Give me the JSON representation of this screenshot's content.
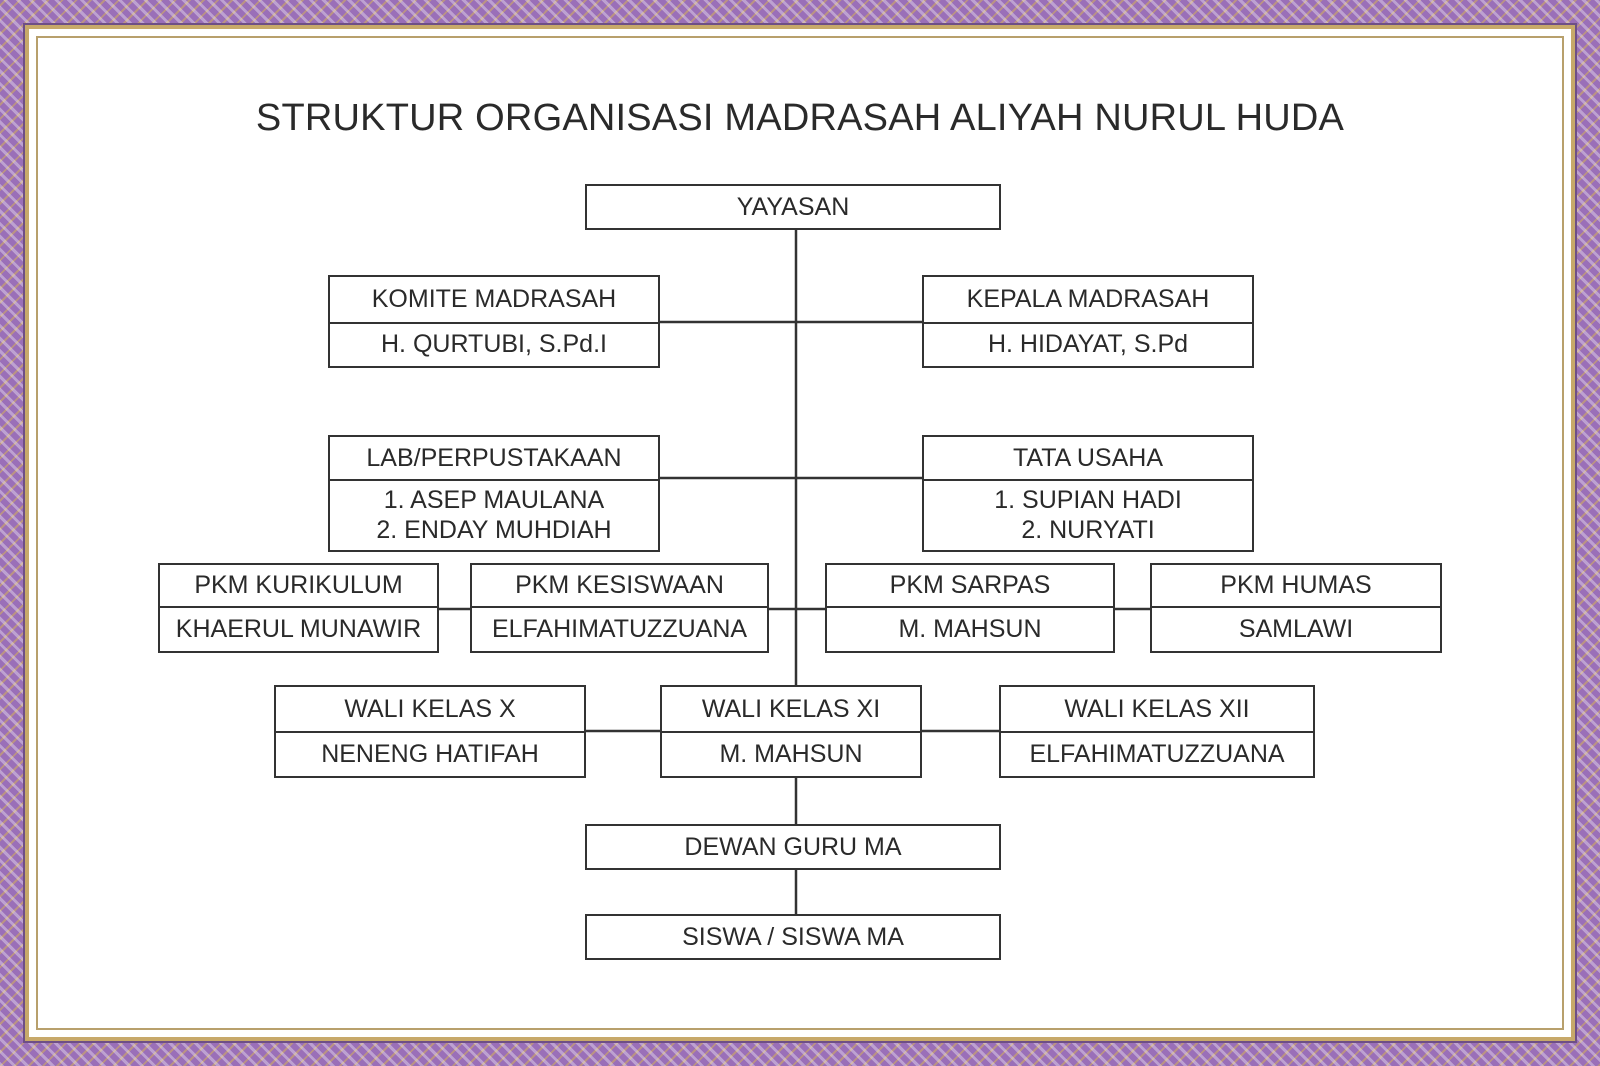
{
  "title": "STRUKTUR ORGANISASI MADRASAH ALIYAH NURUL HUDA",
  "yayasan": "YAYASAN",
  "komite": {
    "label": "KOMITE MADRASAH",
    "name": "H. QURTUBI, S.Pd.I"
  },
  "kepala": {
    "label": "KEPALA MADRASAH",
    "name": "H. HIDAYAT, S.Pd"
  },
  "lab": {
    "label": "LAB/PERPUSTAKAAN",
    "names": [
      "1. ASEP MAULANA",
      "2. ENDAY MUHDIAH"
    ]
  },
  "tata_usaha": {
    "label": "TATA USAHA",
    "names": [
      "1. SUPIAN HADI",
      "2. NURYATI"
    ]
  },
  "pkm_kurikulum": {
    "label": "PKM KURIKULUM",
    "name": "KHAERUL MUNAWIR"
  },
  "pkm_kesiswaan": {
    "label": "PKM KESISWAAN",
    "name": "ELFAHIMATUZZUANA"
  },
  "pkm_sarpas": {
    "label": "PKM SARPAS",
    "name": "M. MAHSUN"
  },
  "pkm_humas": {
    "label": "PKM HUMAS",
    "name": "SAMLAWI"
  },
  "wali_x": {
    "label": "WALI KELAS X",
    "name": "NENENG HATIFAH"
  },
  "wali_xi": {
    "label": "WALI KELAS XI",
    "name": "M. MAHSUN"
  },
  "wali_xii": {
    "label": "WALI KELAS XII",
    "name": "ELFAHIMATUZZUANA"
  },
  "dewan_guru": "DEWAN GURU MA",
  "siswa": "SISWA / SISWA MA"
}
